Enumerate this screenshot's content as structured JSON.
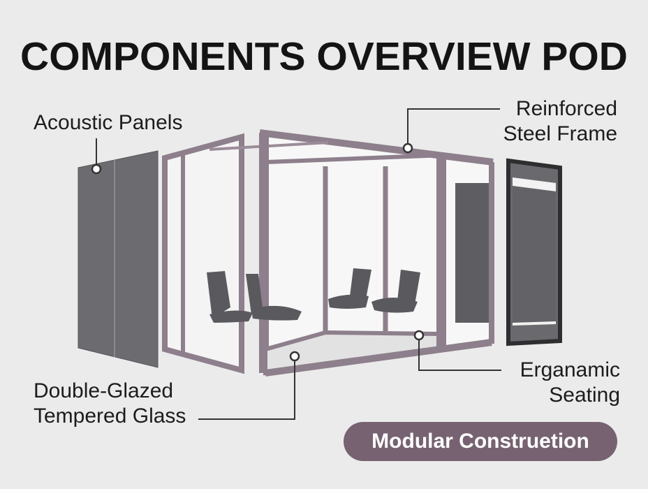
{
  "title": "COMPONENTS OVERVIEW POD",
  "callouts": {
    "acoustic_panels": "Acoustic Panels",
    "steel_frame_line1": "Reinforced",
    "steel_frame_line2": "Steel Frame",
    "glass_line1": "Double-Glazed",
    "glass_line2": "Tempered Glass",
    "seating_line1": "Erganamic",
    "seating_line2": "Seating"
  },
  "badge": "Modular Construetion",
  "colors": {
    "background": "#ebebeb",
    "frame": "#8e7f8c",
    "panel": "#6e6e72",
    "badge": "#766271",
    "leader_line": "#333333"
  }
}
